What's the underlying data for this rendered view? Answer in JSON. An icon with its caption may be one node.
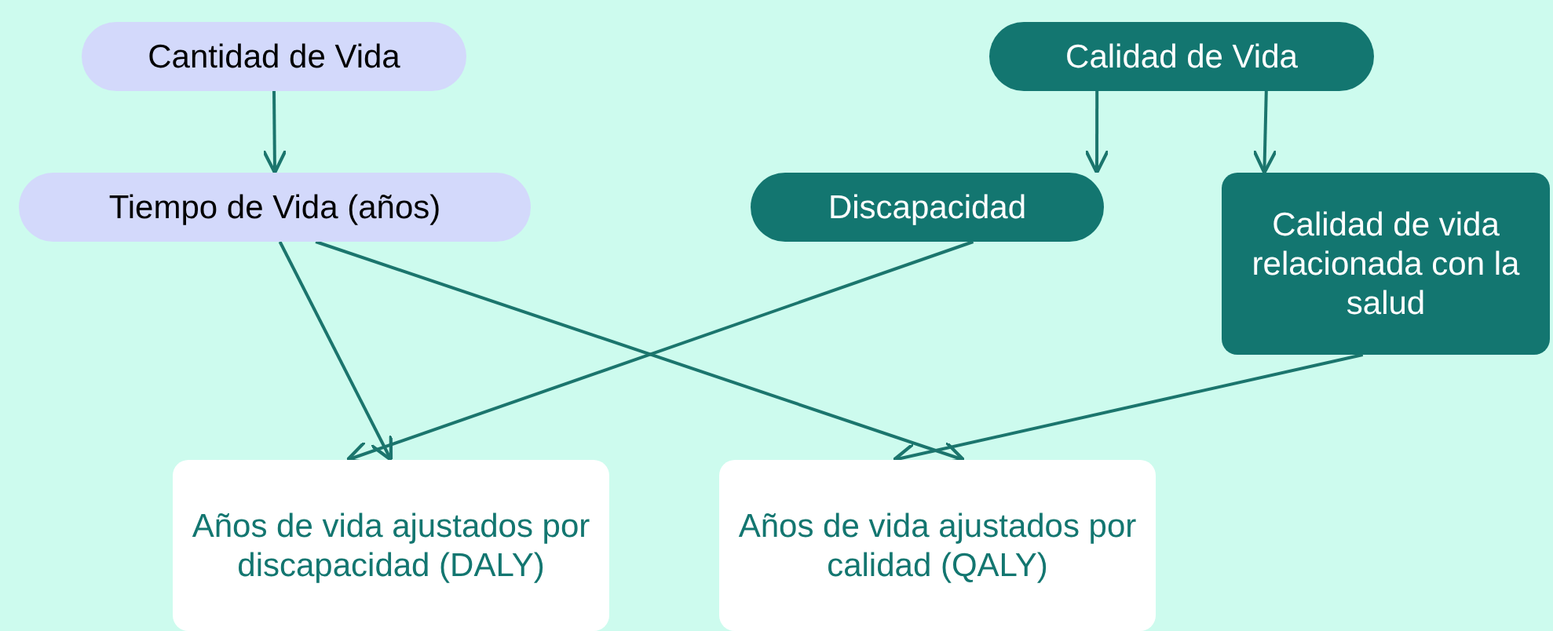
{
  "diagram": {
    "nodes": [
      {
        "text": [
          "Cantidad de Vida"
        ]
      },
      {
        "text": [
          "Calidad de Vida"
        ]
      },
      {
        "text": [
          "Tiempo de Vida (años)"
        ]
      },
      {
        "text": [
          "Discapacidad"
        ]
      },
      {
        "text": [
          "Calidad de vida relacionada con la salud"
        ]
      },
      {
        "text": [
          "Años de vida ajustados por discapacidad (DALY)"
        ]
      },
      {
        "text": [
          "Años de vida ajustados por calidad (QALY)"
        ]
      }
    ],
    "edges": [
      {
        "from": 0,
        "to": 2,
        "arrow": "to"
      },
      {
        "from": 1,
        "to": 3,
        "arrow": "to"
      },
      {
        "from": 1,
        "to": 4,
        "arrow": "to"
      },
      {
        "from": 2,
        "to": 5,
        "arrow": "to"
      },
      {
        "from": 2,
        "to": 6,
        "arrow": "to"
      },
      {
        "from": 3,
        "to": 5,
        "arrow": "to"
      },
      {
        "from": 4,
        "to": 6,
        "arrow": "to"
      }
    ]
  }
}
